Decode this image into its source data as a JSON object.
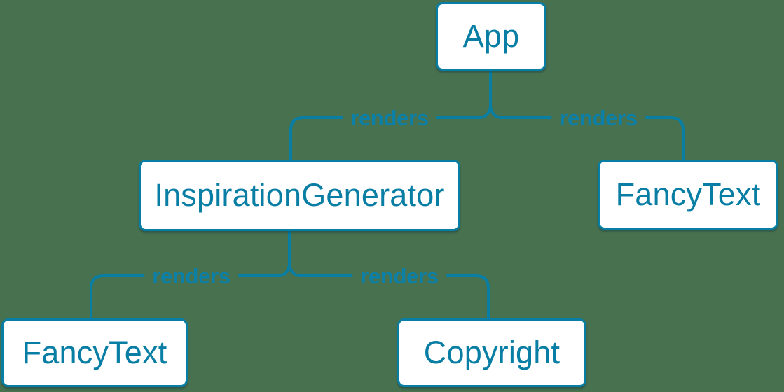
{
  "colors": {
    "background": "#47714F",
    "accent": "#087EA4",
    "node_fill": "#FFFFFF",
    "edge_label_color": "#0D80A8"
  },
  "tree": {
    "nodes": [
      {
        "id": "app",
        "label": "App"
      },
      {
        "id": "inspiration-generator",
        "label": "InspirationGenerator"
      },
      {
        "id": "fancy-text-top",
        "label": "FancyText"
      },
      {
        "id": "fancy-text-bottom",
        "label": "FancyText"
      },
      {
        "id": "copyright",
        "label": "Copyright"
      }
    ],
    "edges": [
      {
        "from": "App",
        "to": "InspirationGenerator",
        "label": "renders"
      },
      {
        "from": "App",
        "to": "FancyText",
        "label": "renders"
      },
      {
        "from": "InspirationGenerator",
        "to": "FancyText",
        "label": "renders"
      },
      {
        "from": "InspirationGenerator",
        "to": "Copyright",
        "label": "renders"
      }
    ]
  }
}
